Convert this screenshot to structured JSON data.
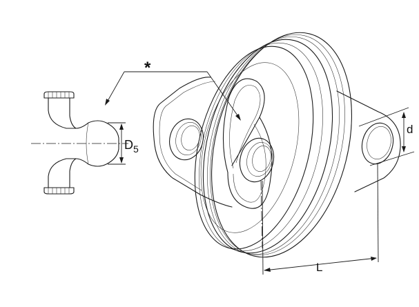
{
  "labels": {
    "asterisk": "*",
    "d5_main": "D",
    "d5_sub": "5",
    "d": "d",
    "L": "L"
  }
}
